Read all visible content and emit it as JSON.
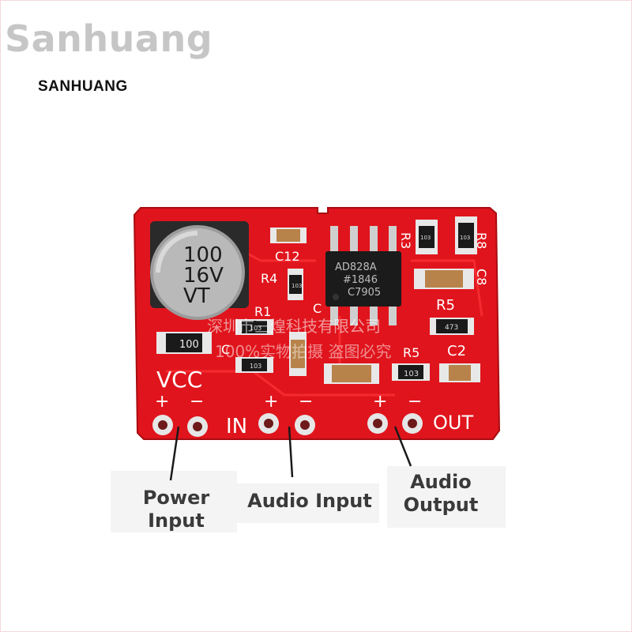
{
  "brand": {
    "watermark": "Sanhuang",
    "logo_text": "SANHUANG"
  },
  "board": {
    "color": "#e0141c",
    "capacitor_text": [
      "100",
      "16V",
      "VT"
    ],
    "chip_text": [
      "AD828A",
      "#1846",
      "C7905"
    ],
    "silkscreen": {
      "c12": "C12",
      "r4": "R4",
      "r1": "R1",
      "r3": "R3",
      "r8": "R8",
      "c8": "C8",
      "r5a": "R5",
      "r5b": "R5",
      "c2": "C2",
      "c1_partial": "C",
      "c5_partial": "C"
    },
    "resistor_codes": {
      "r1": "103",
      "r4": "103",
      "r3": "103",
      "r8": "103",
      "r5": "473",
      "r5b": "103",
      "r100": "100",
      "c5": "103"
    },
    "pin_headers": {
      "vcc": "VCC",
      "in": "IN",
      "out": "OUT",
      "plus": "+",
      "minus": "−"
    },
    "overlay_text": [
      "深圳市三煌科技有限公司",
      "100%实物拍摄 盗图必究"
    ]
  },
  "callouts": {
    "power_input": [
      "Power",
      "Input"
    ],
    "audio_input": "Audio Input",
    "audio_output": [
      "Audio",
      "Output"
    ]
  },
  "colors": {
    "pcb_red": "#e0141c",
    "silkscreen": "#ffffff",
    "label_text": "#3a3a3a"
  }
}
